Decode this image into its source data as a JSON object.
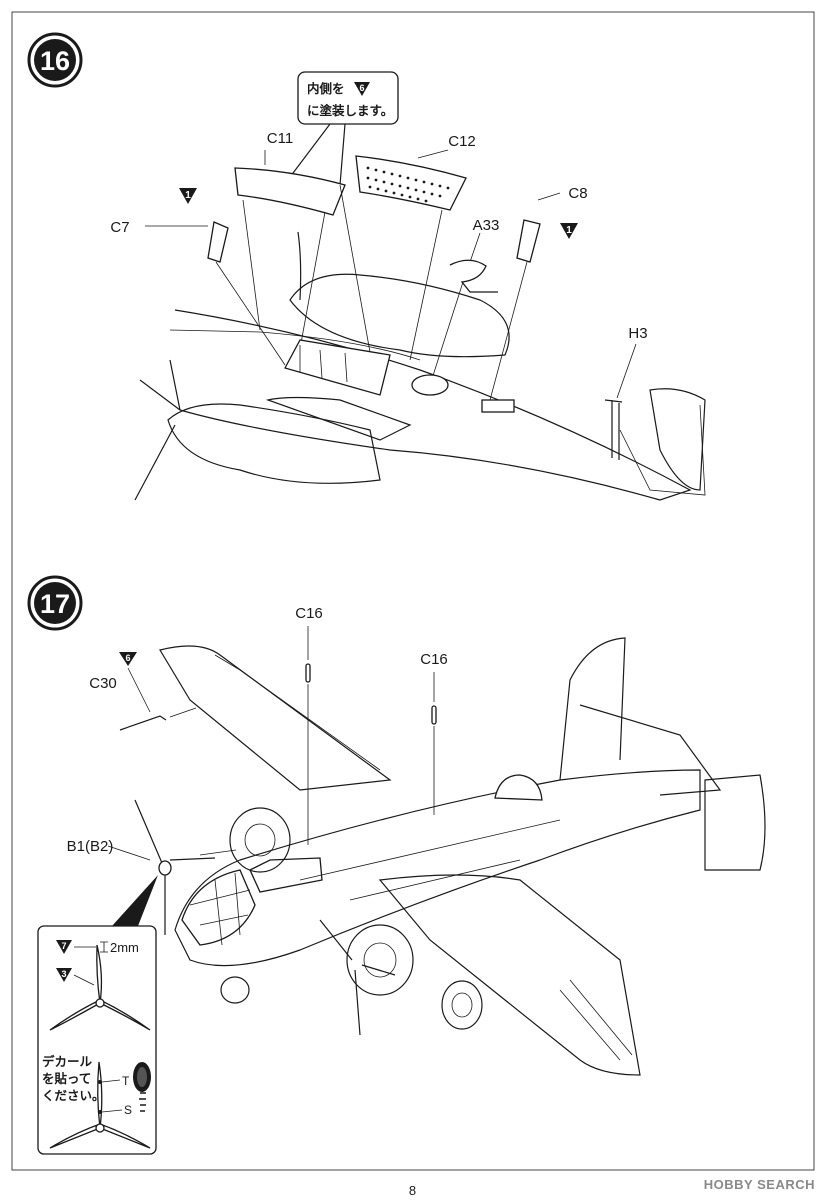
{
  "steps": [
    {
      "number": "16",
      "callout_line1_prefix": "内側を",
      "callout_line1_color_code": "6",
      "callout_line2": "に塗装します。",
      "parts": {
        "c11": "C11",
        "c12": "C12",
        "c7": "C7",
        "c8": "C8",
        "a33": "A33",
        "h3": "H3"
      },
      "color_markers": [
        "1",
        "1"
      ]
    },
    {
      "number": "17",
      "parts": {
        "c16_left": "C16",
        "c16_right": "C16",
        "c30": "C30",
        "b1": "B1(B2)"
      },
      "color_markers": {
        "c30_color": "6"
      },
      "inset": {
        "paint_marker_1": "7",
        "paint_marker_2": "3",
        "measurement": "2mm",
        "decal_line1": "デカール",
        "decal_line2": "を貼って",
        "decal_line3": "ください。",
        "decal_T": "T",
        "decal_S": "S"
      }
    }
  ],
  "footer": {
    "page_number": "8",
    "watermark": "HOBBY SEARCH"
  }
}
